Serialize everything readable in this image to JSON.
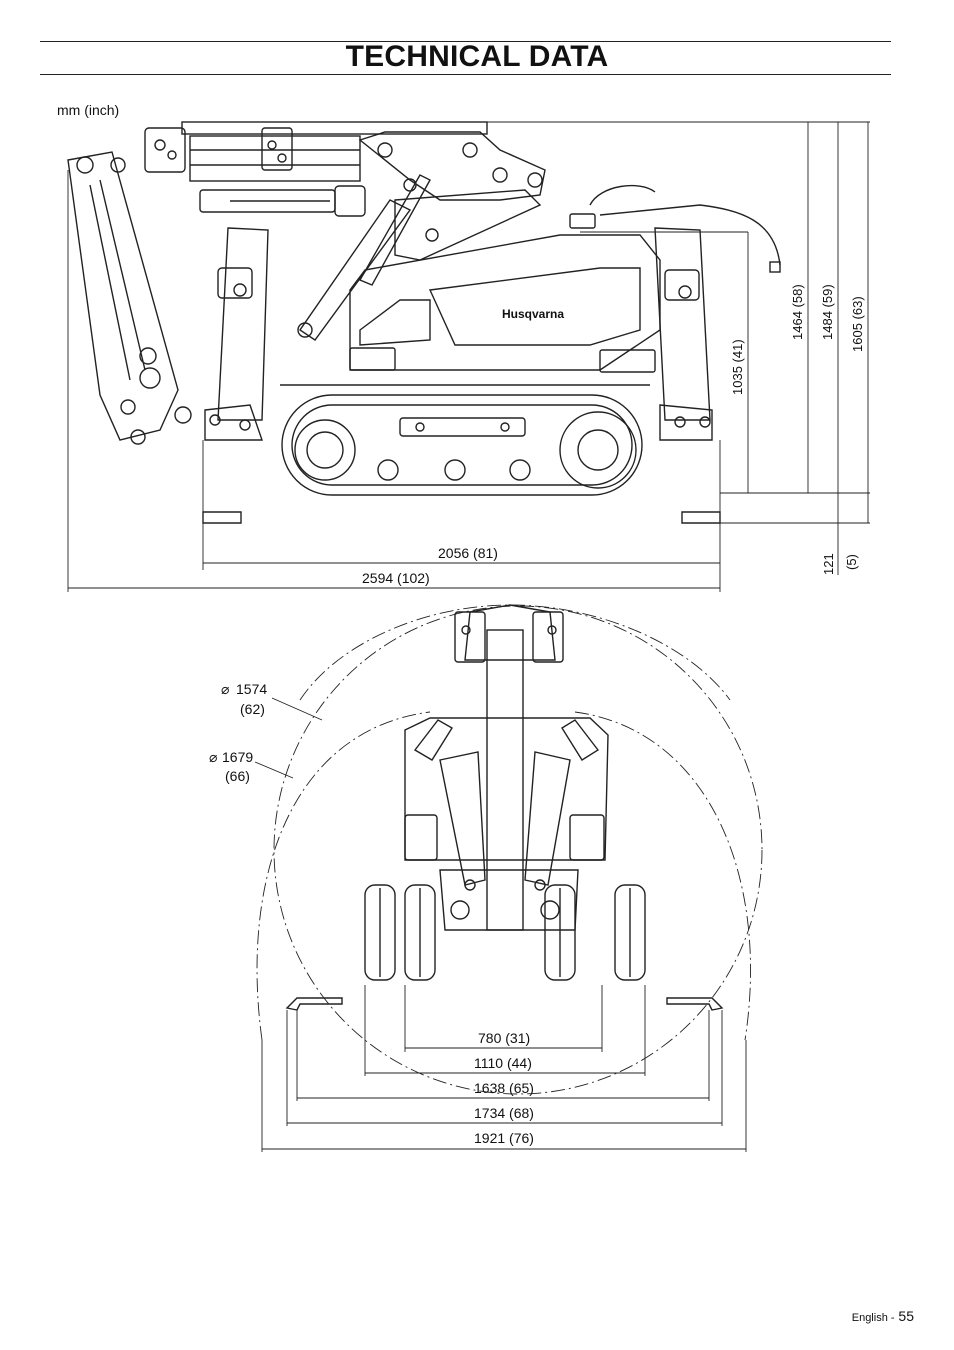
{
  "header": {
    "title": "TECHNICAL DATA"
  },
  "units_label": "mm (inch)",
  "side_view": {
    "brand": "Husqvarna",
    "dims": {
      "height_1035": "1035 (41)",
      "height_1464": "1464 (58)",
      "height_1484": "1484 (59)",
      "height_1605": "1605 (63)",
      "ground_121": "121",
      "ground_121_inch": "(5)",
      "length_2056": "2056 (81)",
      "length_2594": "2594 (102)"
    }
  },
  "top_view": {
    "diam_1574_mm": "1574",
    "diam_1574_inch": "(62)",
    "diam_1679_mm": "1679",
    "diam_1679_inch": "(66)",
    "diameter_symbol": "⌀",
    "widths": {
      "w780": "780 (31)",
      "w1110": "1110 (44)",
      "w1638": "1638 (65)",
      "w1734": "1734 (68)",
      "w1921": "1921 (76)"
    }
  },
  "footer": {
    "language": "English -",
    "page": "55"
  }
}
